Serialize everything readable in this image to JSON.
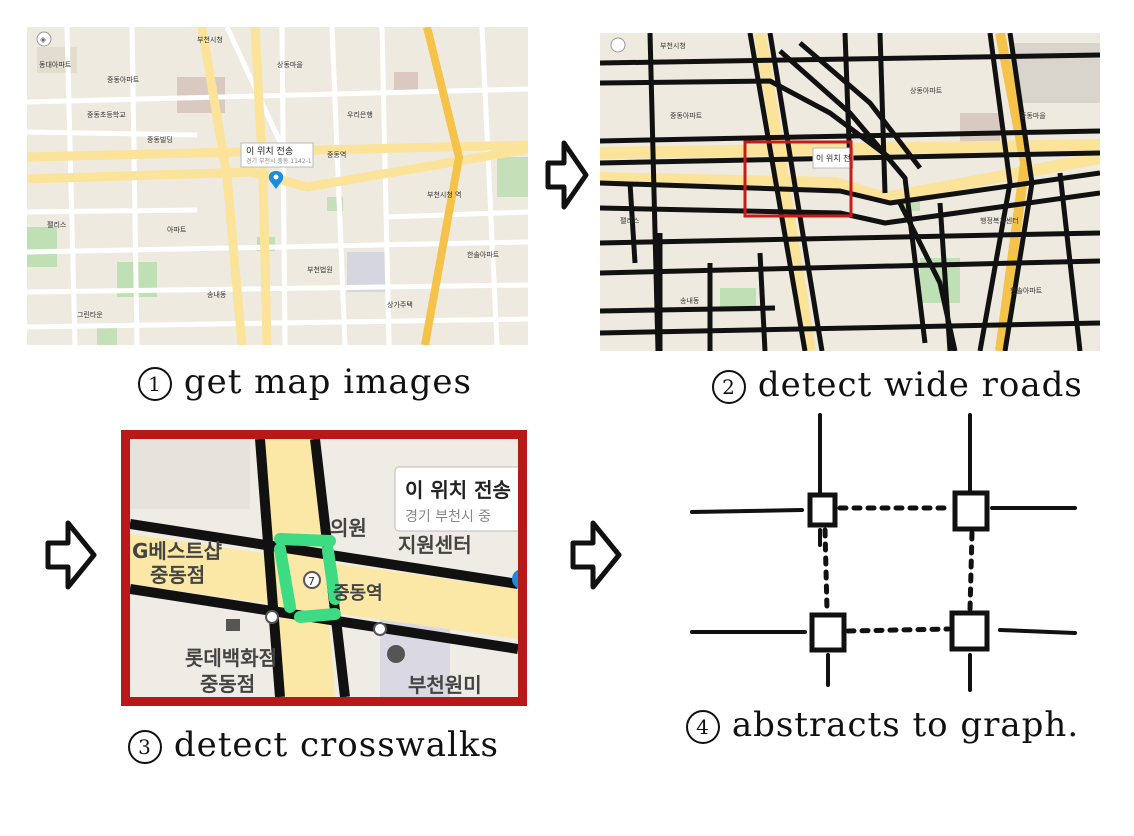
{
  "steps": [
    {
      "number": "1",
      "label": "get map images"
    },
    {
      "number": "2",
      "label": "detect wide roads"
    },
    {
      "number": "3",
      "label": "detect crosswalks"
    },
    {
      "number": "4",
      "label": "abstracts to graph."
    }
  ],
  "map1": {
    "popup_title": "이 위치 전송",
    "popup_sub": "경기 부천시 중동 1142-1"
  },
  "map2": {
    "popup_title": "이 위치 전"
  },
  "map3": {
    "popup_title": "이 위치 전송",
    "popup_sub": "경기 부천시 중",
    "labels": [
      "G베스트샵",
      "중동점",
      "롯데백화점",
      "중동점",
      "중동역",
      "지원센터",
      "부천원미",
      "의원",
      "7"
    ]
  },
  "colors": {
    "highlight_box": "#c81a1a",
    "crosswalk": "#3ddc84",
    "road_major": "#fbe39a",
    "road_arterial": "#f5c24a"
  }
}
